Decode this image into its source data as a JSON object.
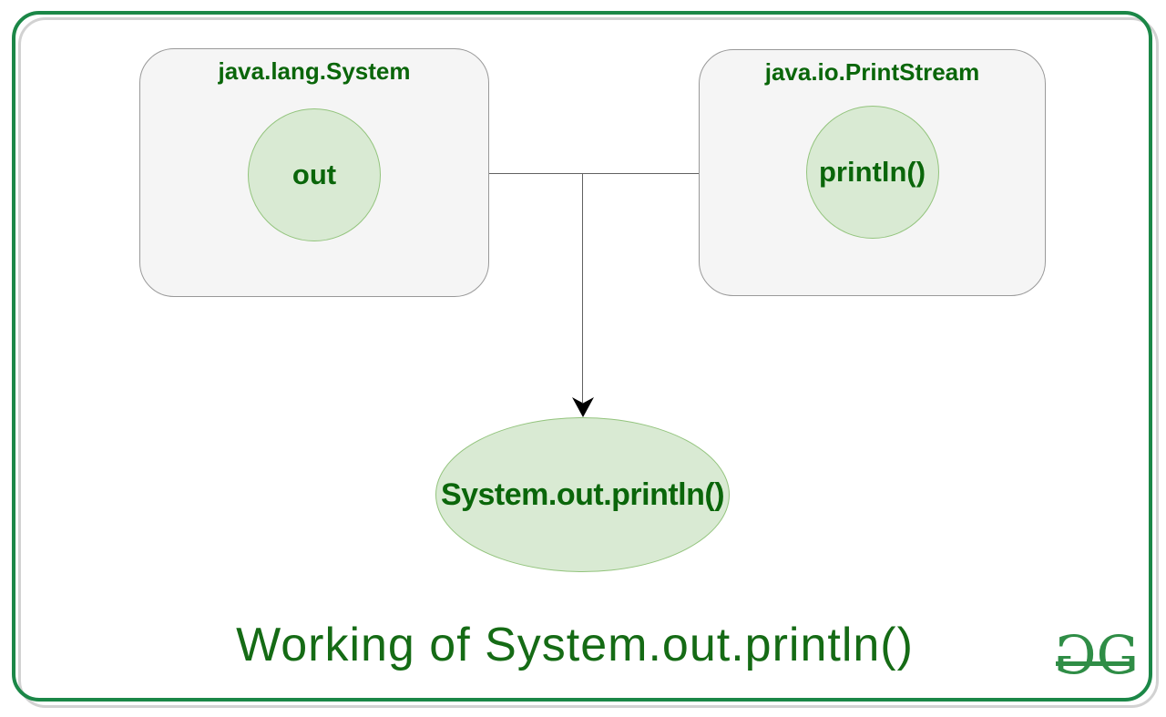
{
  "colors": {
    "frame_green": "#1b8747",
    "shadow_gray": "#d2d2d2",
    "box_fill": "#f5f5f5",
    "box_stroke": "#999999",
    "node_fill": "#d9ead3",
    "node_stroke": "#93c47d",
    "text_green": "#0a660a",
    "title_green": "#156b15",
    "line_gray": "#616161",
    "arrow_black": "#000000",
    "logo_green": "#2f8d46"
  },
  "boxes": [
    {
      "title": "java.lang.System",
      "member": "out"
    },
    {
      "title": "java.io.PrintStream",
      "member": "println()"
    }
  ],
  "result_node": {
    "label": "System.out.println()"
  },
  "caption": {
    "text": "Working of System.out.println()"
  },
  "logo": {
    "glyph_left": "G",
    "glyph_right": "G"
  }
}
